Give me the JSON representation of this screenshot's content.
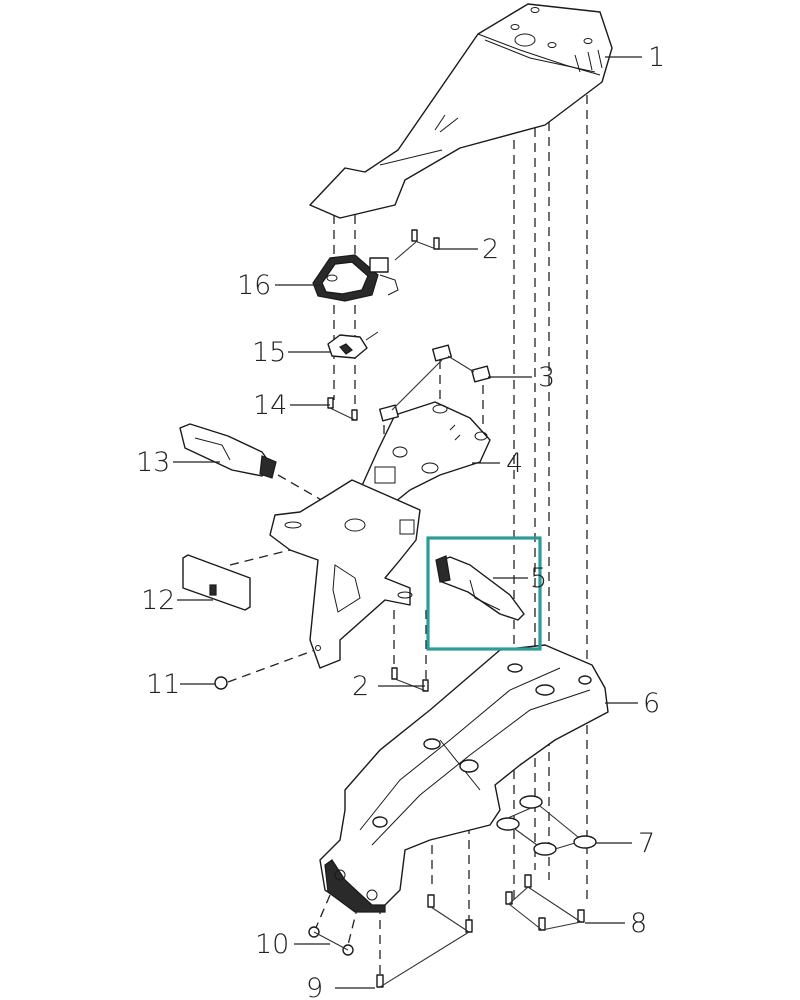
{
  "diagram": {
    "type": "exploded-parts-view",
    "highlight_color": "#2a9d9a",
    "highlighted_part": "5",
    "callouts": [
      {
        "id": "1",
        "label": "1",
        "part": "rear-seat-cowl-top"
      },
      {
        "id": "2a",
        "label": "2",
        "part": "screw-upper"
      },
      {
        "id": "3",
        "label": "3",
        "part": "clip-nut"
      },
      {
        "id": "4",
        "label": "4",
        "part": "license-plate-bracket-upper"
      },
      {
        "id": "5",
        "label": "5",
        "part": "right-turn-signal"
      },
      {
        "id": "6",
        "label": "6",
        "part": "rear-fender"
      },
      {
        "id": "7",
        "label": "7",
        "part": "washer"
      },
      {
        "id": "8",
        "label": "8",
        "part": "bolt-lower-right"
      },
      {
        "id": "9",
        "label": "9",
        "part": "bolt-lower-left"
      },
      {
        "id": "10",
        "label": "10",
        "part": "nut"
      },
      {
        "id": "11",
        "label": "11",
        "part": "rubber-grommet"
      },
      {
        "id": "12",
        "label": "12",
        "part": "reflector"
      },
      {
        "id": "13",
        "label": "13",
        "part": "left-turn-signal"
      },
      {
        "id": "14",
        "label": "14",
        "part": "screw-small"
      },
      {
        "id": "15",
        "label": "15",
        "part": "license-lamp"
      },
      {
        "id": "16",
        "label": "16",
        "part": "license-lamp-housing"
      },
      {
        "id": "2b",
        "label": "2",
        "part": "screw-lower"
      }
    ]
  }
}
